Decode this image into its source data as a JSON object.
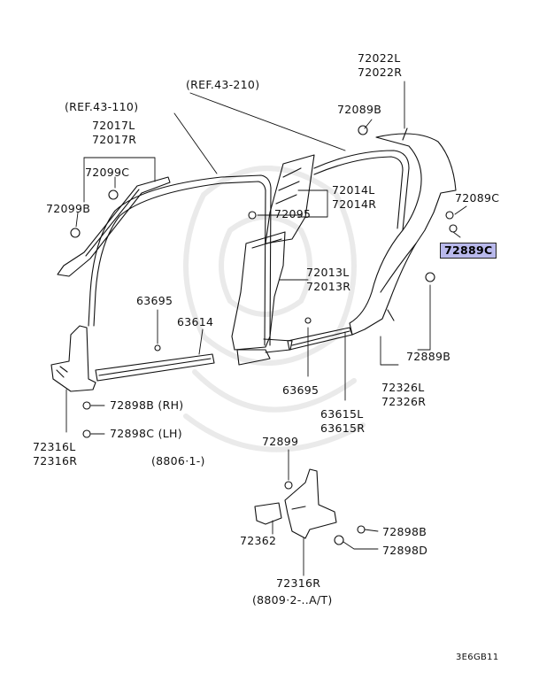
{
  "labels": {
    "p72022": [
      "72022L",
      "72022R"
    ],
    "p72089B": "72089B",
    "ref210": "(REF.43-210)",
    "ref110": "(REF.43-110)",
    "p72017": [
      "72017L",
      "72017R"
    ],
    "p72099C": "72099C",
    "p72099B": "72099B",
    "p72014": [
      "72014L",
      "72014R"
    ],
    "p72095": "72095",
    "p72089C": "72089C",
    "p72889C": "72889C",
    "p72013": [
      "72013L",
      "72013R"
    ],
    "p63695a": "63695",
    "p63614": "63614",
    "p72889B": "72889B",
    "p72326": [
      "72326L",
      "72326R"
    ],
    "p63695b": "63695",
    "p63615": [
      "63615L",
      "63615R"
    ],
    "p72898B_rh": "72898B (RH)",
    "p72898C_lh": "72898C (LH)",
    "p72316": [
      "72316L",
      "72316R"
    ],
    "date8806": "(8806·1-)",
    "p72899": "72899",
    "p72898B": "72898B",
    "p72898D": "72898D",
    "p72362": "72362",
    "p72316R": "72316R",
    "date8809": "(8809·2-..A/T)",
    "code": "3E6GB11"
  },
  "colors": {
    "highlight": "#b9b9ec",
    "line": "#111111"
  }
}
